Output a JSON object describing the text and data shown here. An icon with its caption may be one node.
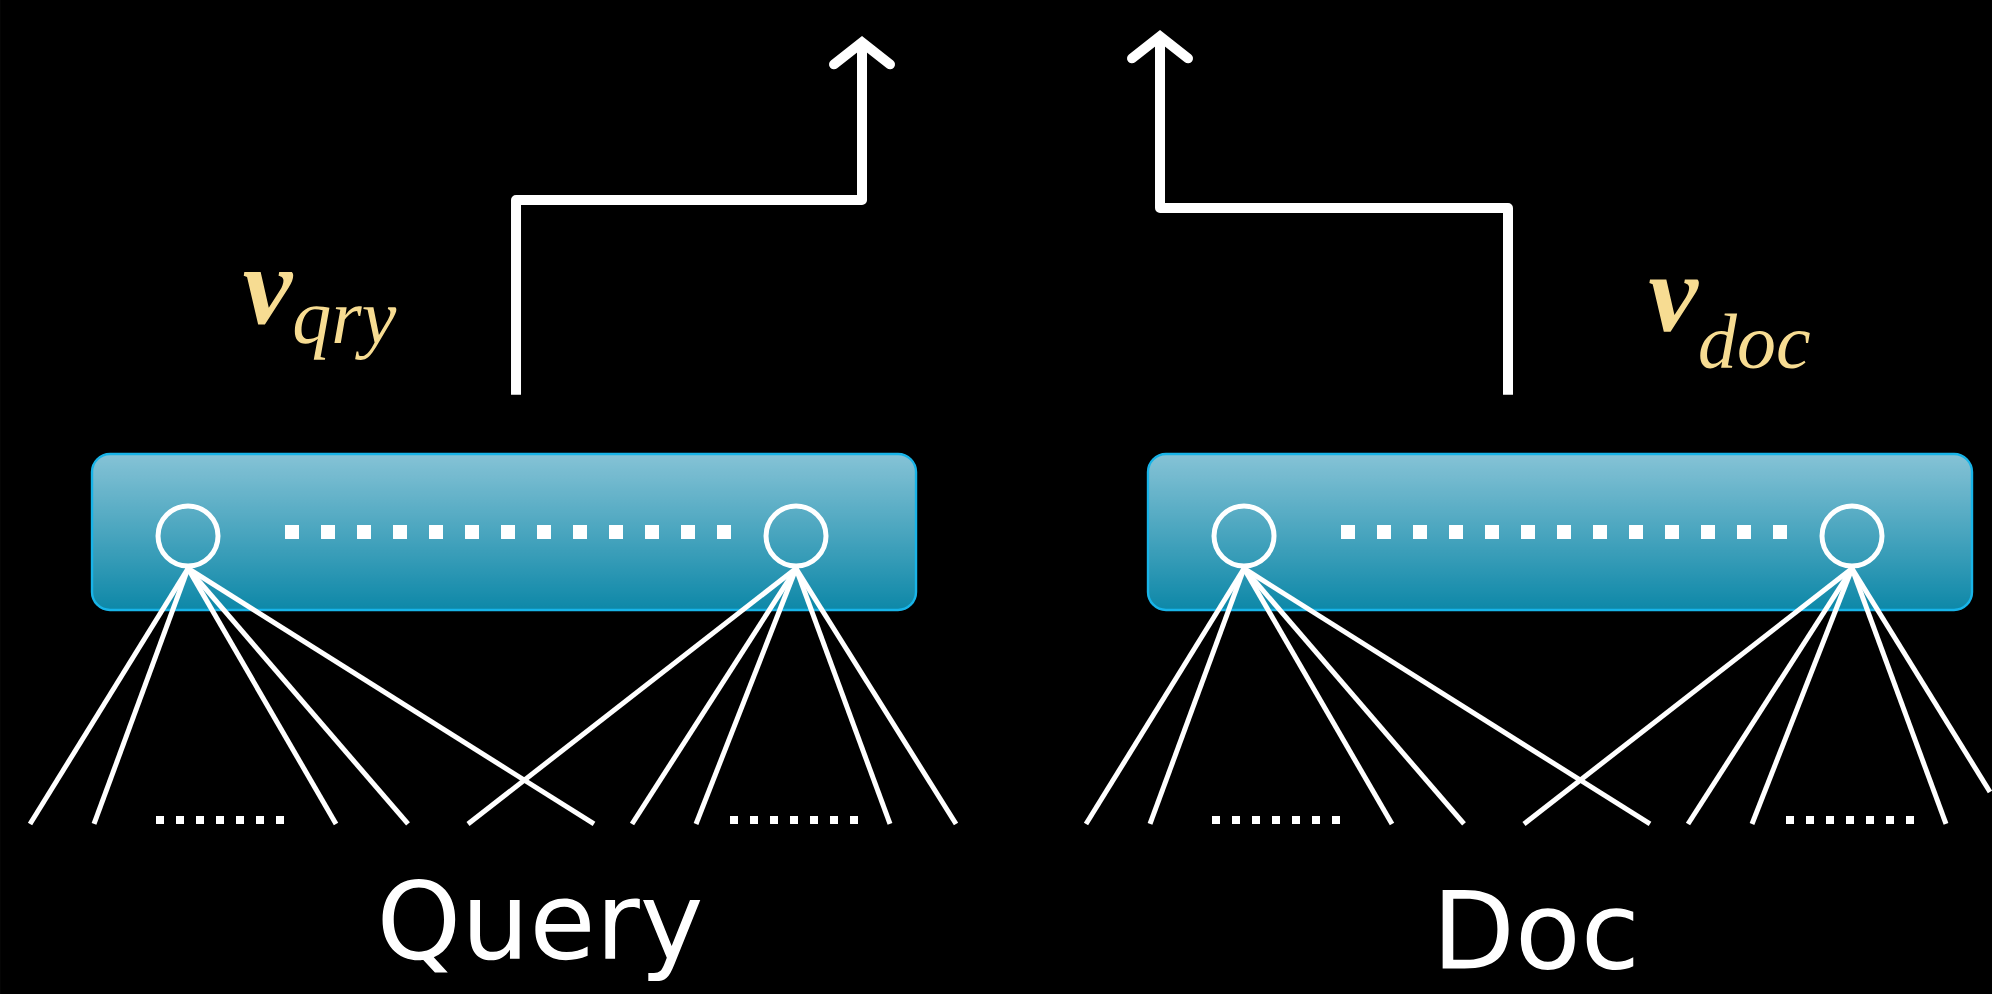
{
  "diagram": {
    "nodes": [
      {
        "text": [],
        "shape": "box"
      },
      {
        "text": [],
        "shape": "circle",
        "in": 0
      },
      {
        "text": [],
        "shape": "circle",
        "in": 0
      },
      {
        "text": [],
        "shape": "box"
      },
      {
        "text": [],
        "shape": "circle",
        "in": 3
      },
      {
        "text": [],
        "shape": "circle",
        "in": 3
      }
    ],
    "edges": [
      {
        "from": 0,
        "to": null,
        "arrow": "to",
        "style": "thick"
      },
      {
        "from": 3,
        "to": null,
        "arrow": "to",
        "style": "thick"
      },
      {
        "from": 1,
        "to": null,
        "arrow": "none"
      },
      {
        "from": 1,
        "to": null,
        "arrow": "none"
      },
      {
        "from": 1,
        "to": null,
        "arrow": "none"
      },
      {
        "from": 1,
        "to": null,
        "arrow": "none"
      },
      {
        "from": 1,
        "to": null,
        "arrow": "none"
      },
      {
        "from": 2,
        "to": null,
        "arrow": "none"
      },
      {
        "from": 2,
        "to": null,
        "arrow": "none"
      },
      {
        "from": 2,
        "to": null,
        "arrow": "none"
      },
      {
        "from": 2,
        "to": null,
        "arrow": "none"
      },
      {
        "from": 2,
        "to": null,
        "arrow": "none"
      },
      {
        "from": 4,
        "to": null,
        "arrow": "none"
      },
      {
        "from": 4,
        "to": null,
        "arrow": "none"
      },
      {
        "from": 4,
        "to": null,
        "arrow": "none"
      },
      {
        "from": 4,
        "to": null,
        "arrow": "none"
      },
      {
        "from": 4,
        "to": null,
        "arrow": "none"
      },
      {
        "from": 5,
        "to": null,
        "arrow": "none"
      },
      {
        "from": 5,
        "to": null,
        "arrow": "none"
      },
      {
        "from": 5,
        "to": null,
        "arrow": "none"
      },
      {
        "from": 5,
        "to": null,
        "arrow": "none"
      },
      {
        "from": 5,
        "to": null,
        "arrow": "none"
      }
    ],
    "labels": [
      "**v**$_{qry}$",
      "**v**$_{doc}$",
      "Query",
      "Doc"
    ]
  }
}
